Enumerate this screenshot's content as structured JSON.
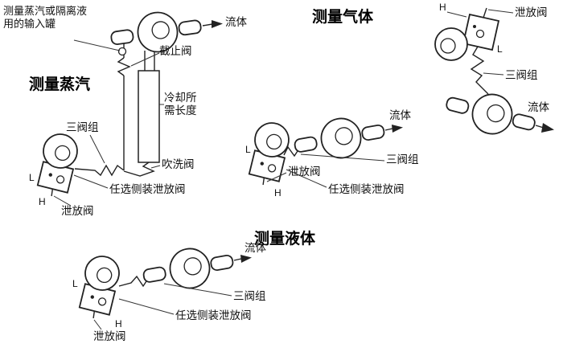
{
  "page": {
    "background": "#ffffff",
    "line_color": "#222222",
    "text_color": "#111111"
  },
  "sections": {
    "steam": {
      "title": "测量蒸汽",
      "tank_note": "测量蒸汽或隔离液\n用的输入罐",
      "fluid_label": "流体",
      "stop_valve_label": "截止阀",
      "cooling_length_label": "冷却所\n需长度",
      "manifold_label": "三阀组",
      "purge_valve_label": "吹洗阀",
      "optional_side_drain_label": "任选侧装泄放阀",
      "drain_valve_label": "泄放阀",
      "port_low": "L",
      "port_high": "H"
    },
    "gas": {
      "title": "测量气体",
      "drain_valve_label": "泄放阀",
      "manifold_label": "三阀组",
      "fluid_label": "流体",
      "port_low": "L",
      "port_high": "H"
    },
    "gas_alt": {
      "fluid_label": "流体",
      "manifold_label": "三阀组",
      "drain_valve_label": "泄放阀",
      "optional_side_drain_label": "任选侧装泄放阀",
      "port_low": "L",
      "port_high": "H"
    },
    "liquid": {
      "title": "测量液体",
      "fluid_label": "流体",
      "manifold_label": "三阀组",
      "optional_side_drain_label": "任选侧装泄放阀",
      "drain_valve_label": "泄放阀",
      "port_low": "L",
      "port_high": "H"
    }
  }
}
